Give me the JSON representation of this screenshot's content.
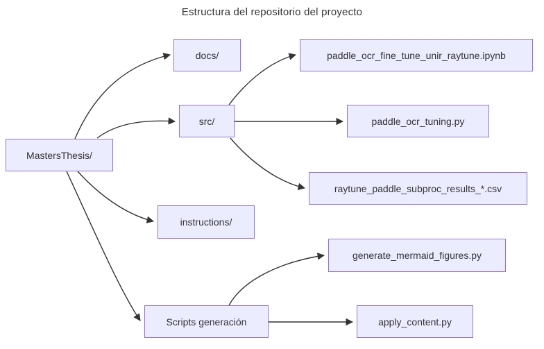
{
  "title": "Estructura del repositorio del proyecto",
  "colors": {
    "node_fill": "#ECECFF",
    "node_border": "#9370DB",
    "text": "#333333",
    "edge": "#333333",
    "background": "#FFFFFF"
  },
  "diagram": {
    "type": "flowchart",
    "direction": "LR",
    "nodes": {
      "masters": {
        "label": "MastersThesis/"
      },
      "docs": {
        "label": "docs/"
      },
      "src": {
        "label": "src/"
      },
      "instructions": {
        "label": "instructions/"
      },
      "scripts": {
        "label": "Scripts generación"
      },
      "ipynb": {
        "label": "paddle_ocr_fine_tune_unir_raytune.ipynb"
      },
      "tuning": {
        "label": "paddle_ocr_tuning.py"
      },
      "csv": {
        "label": "raytune_paddle_subproc_results_*.csv"
      },
      "mermaid_py": {
        "label": "generate_mermaid_figures.py"
      },
      "apply": {
        "label": "apply_content.py"
      }
    },
    "edges": [
      {
        "from": "masters",
        "to": "docs"
      },
      {
        "from": "masters",
        "to": "src"
      },
      {
        "from": "masters",
        "to": "instructions"
      },
      {
        "from": "masters",
        "to": "scripts"
      },
      {
        "from": "src",
        "to": "ipynb"
      },
      {
        "from": "src",
        "to": "tuning"
      },
      {
        "from": "src",
        "to": "csv"
      },
      {
        "from": "scripts",
        "to": "mermaid_py"
      },
      {
        "from": "scripts",
        "to": "apply"
      }
    ]
  }
}
